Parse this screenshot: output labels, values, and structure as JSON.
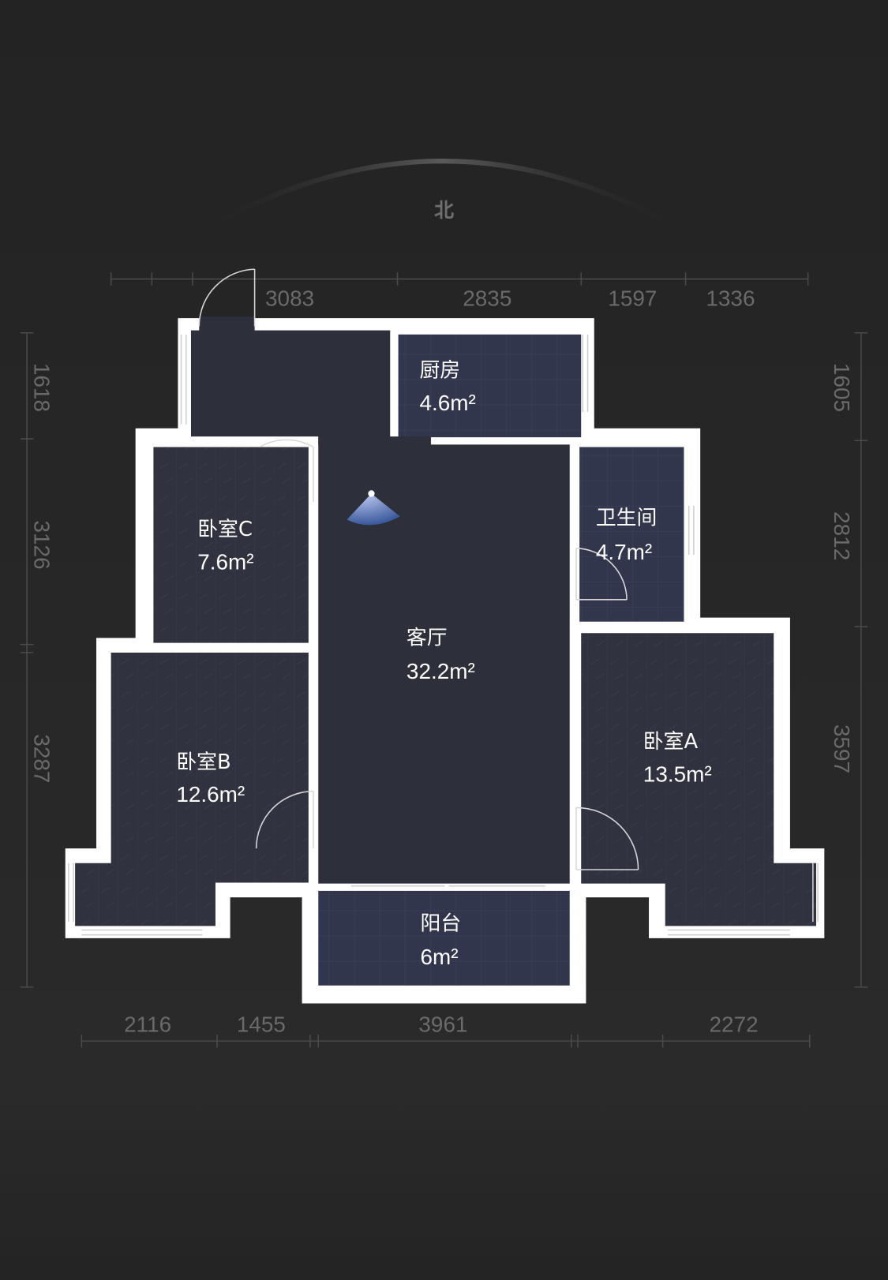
{
  "compass": {
    "label": "北"
  },
  "dimensions": {
    "top": [
      "3083",
      "2835",
      "1597",
      "1336"
    ],
    "bottom": [
      "2116",
      "1455",
      "3961",
      "2272"
    ],
    "left": [
      "1618",
      "3126",
      "3287"
    ],
    "right": [
      "1605",
      "2812",
      "3597"
    ]
  },
  "rooms": [
    {
      "name": "厨房",
      "area": "4.6m²"
    },
    {
      "name": "卧室C",
      "area": "7.6m²"
    },
    {
      "name": "卫生间",
      "area": "4.7m²"
    },
    {
      "name": "客厅",
      "area": "32.2m²"
    },
    {
      "name": "卧室A",
      "area": "13.5m²"
    },
    {
      "name": "卧室B",
      "area": "12.6m²"
    },
    {
      "name": "阳台",
      "area": "6m²"
    }
  ],
  "colors": {
    "background": "#262626",
    "wall": "#ffffff",
    "floor": "#2d2f3a",
    "tile": "#32364d"
  }
}
